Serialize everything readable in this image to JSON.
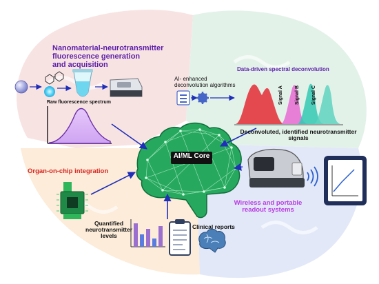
{
  "diagram": {
    "nano_title": {
      "line1": "Nanomaterial-neurotransmitter",
      "line2": "fluorescence generation",
      "line3": "and acquisition"
    },
    "raw_label": "Raw fluorescence spectrum",
    "ai_label": {
      "line1": "AI- enhanced",
      "line2": "deconvolution algorithms"
    },
    "data_driven_label": "Data-driven spectral deconvolution",
    "signals": [
      "Signal A",
      "Signal B",
      "Signal C"
    ],
    "deconv_label": {
      "line1": "Deconvoluted, identified neurotransmitter",
      "line2": "signals"
    },
    "core_label": "AI/ML Core",
    "organ_label": "Organ-on-chip integration",
    "quant_label": {
      "line1": "Quantified",
      "line2": "neurotransmitter",
      "line3": "levels"
    },
    "clinical_label": "Clinical reports",
    "wireless_label": {
      "line1": "Wireless and portable",
      "line2": "readout systems"
    }
  },
  "colors": {
    "title_purple": "#5b1fa8",
    "organ_red": "#d9231f",
    "wireless_magenta": "#b83be0",
    "brain_green": "#1fa05a",
    "arrow_blue": "#1f2fb8",
    "spectrum_fill": "#dcb8f5",
    "peak_red": "#e3363f",
    "peak_magenta": "#d35fd0",
    "peak_teal": "#2ec8b8"
  },
  "icons": [
    "nanoparticle-icon",
    "molecule-icon",
    "test-tube-icon",
    "spectrometer-icon",
    "algorithm-icon",
    "gear-icon",
    "ai-brain-icon",
    "organ-chip-icon",
    "bar-chart-icon",
    "clipboard-icon",
    "brain-icon",
    "portable-device-icon",
    "wireless-icon",
    "tablet-icon"
  ]
}
